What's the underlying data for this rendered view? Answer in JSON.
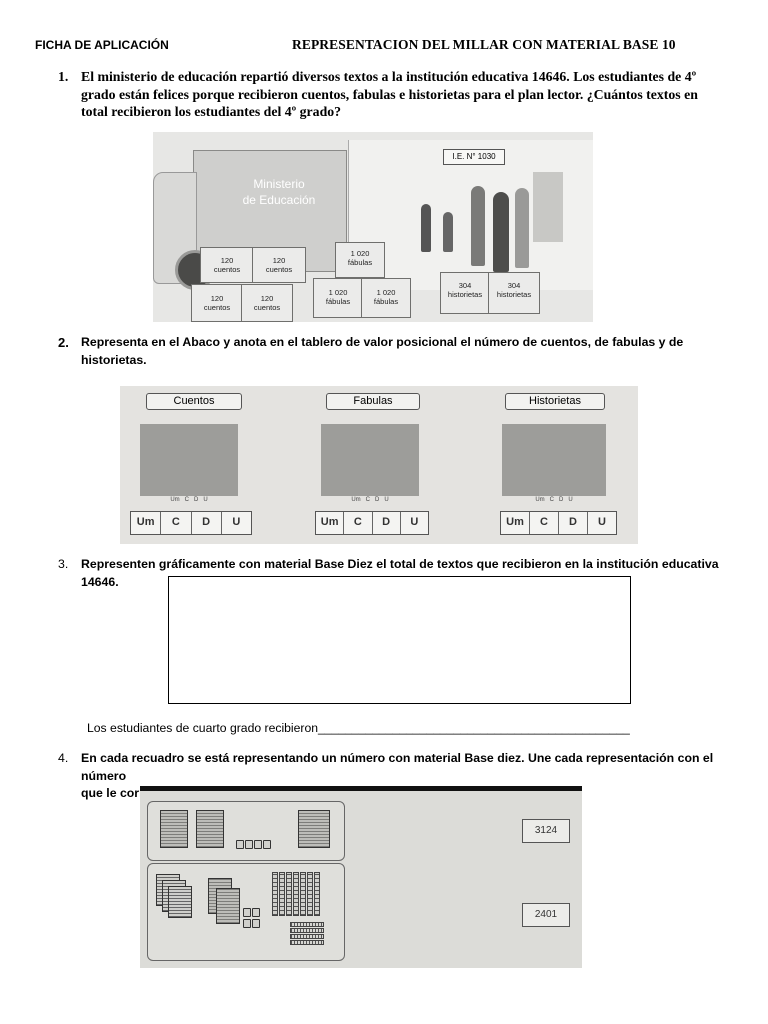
{
  "header": {
    "left": "FICHA DE APLICACIÓN",
    "title": "REPRESENTACION DEL MILLAR CON MATERIAL BASE 10"
  },
  "q1": {
    "number": "1.",
    "lines": [
      "El ministerio de educación repartió diversos textos a la institución educativa 14646. Los estudiantes de 4º",
      "grado están felices porque recibieron cuentos, fabulas e historietas para el plan lector. ¿Cuántos textos en",
      "total recibieron los estudiantes del 4º grado?"
    ],
    "image": {
      "truck_text_1": "Ministerio",
      "truck_text_2": "de Educación",
      "school_sign": "I.E. N° 1030",
      "crates": [
        {
          "num": "120",
          "word": "cuentos"
        },
        {
          "num": "120",
          "word": "cuentos"
        },
        {
          "num": "120",
          "word": "cuentos"
        },
        {
          "num": "120",
          "word": "cuentos"
        },
        {
          "num": "1 020",
          "word": "fábulas"
        },
        {
          "num": "1 020",
          "word": "fábulas"
        },
        {
          "num": "1 020",
          "word": "fábulas"
        },
        {
          "num": "304",
          "word": "historietas"
        },
        {
          "num": "304",
          "word": "historietas"
        }
      ]
    }
  },
  "q2": {
    "number": "2.",
    "lines": [
      "Representa en el Abaco y anota en el tablero de valor posicional el número de cuentos, de fabulas y de",
      "historietas."
    ],
    "abacus": [
      {
        "label": "Cuentos"
      },
      {
        "label": "Fabulas"
      },
      {
        "label": "Historietas"
      }
    ],
    "place_values": [
      "Um",
      "C",
      "D",
      "U"
    ]
  },
  "q3": {
    "number": "3.",
    "lines": [
      "Representen gráficamente con material Base Diez el total de textos que recibieron en la institución educativa",
      "14646."
    ],
    "sentence": "Los estudiantes de cuarto grado recibieron______________________________________________"
  },
  "q4": {
    "number": "4.",
    "lines": [
      "En cada recuadro se está representando un número con material Base diez. Une cada representación con el número",
      "que le corresponde."
    ],
    "numbers": [
      "3124",
      "2401"
    ]
  }
}
